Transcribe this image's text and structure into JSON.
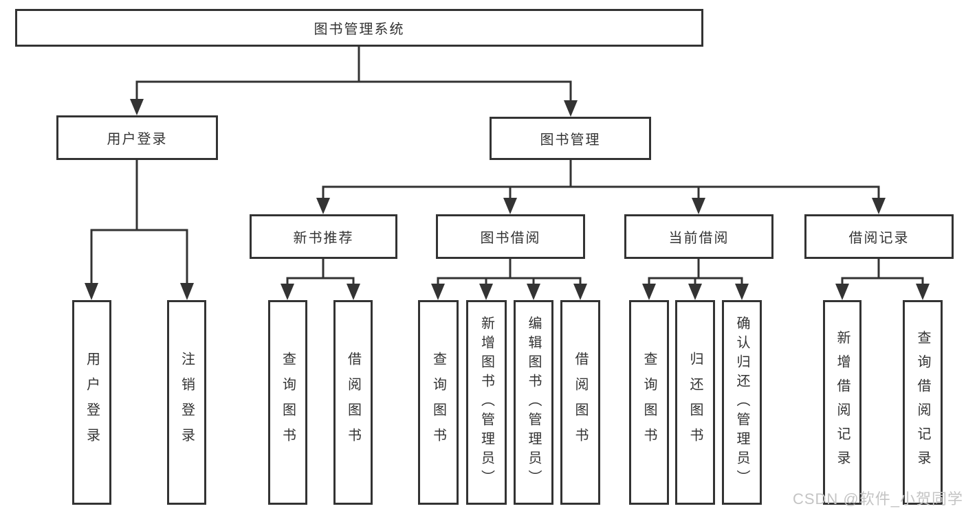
{
  "tree": {
    "root": {
      "label": "图书管理系统",
      "children": [
        {
          "label": "用户登录",
          "children": [
            {
              "label": "用户登录"
            },
            {
              "label": "注销登录"
            }
          ]
        },
        {
          "label": "图书管理",
          "children": [
            {
              "label": "新书推荐",
              "children": [
                {
                  "label": "查询图书"
                },
                {
                  "label": "借阅图书"
                }
              ]
            },
            {
              "label": "图书借阅",
              "children": [
                {
                  "label": "查询图书"
                },
                {
                  "label": "新增图书（管理员）"
                },
                {
                  "label": "编辑图书（管理员）"
                },
                {
                  "label": "借阅图书"
                }
              ]
            },
            {
              "label": "当前借阅",
              "children": [
                {
                  "label": "查询图书"
                },
                {
                  "label": "归还图书"
                },
                {
                  "label": "确认归还（管理员）"
                }
              ]
            },
            {
              "label": "借阅记录",
              "children": [
                {
                  "label": "新增借阅记录"
                },
                {
                  "label": "查询借阅记录"
                }
              ]
            }
          ]
        }
      ]
    }
  },
  "watermark": "CSDN @软件_小贺同学",
  "colors": {
    "line": "#333333",
    "text": "#333333",
    "box_background": "#ffffff",
    "watermark": "#c4c4c4",
    "background": "#ffffff"
  }
}
